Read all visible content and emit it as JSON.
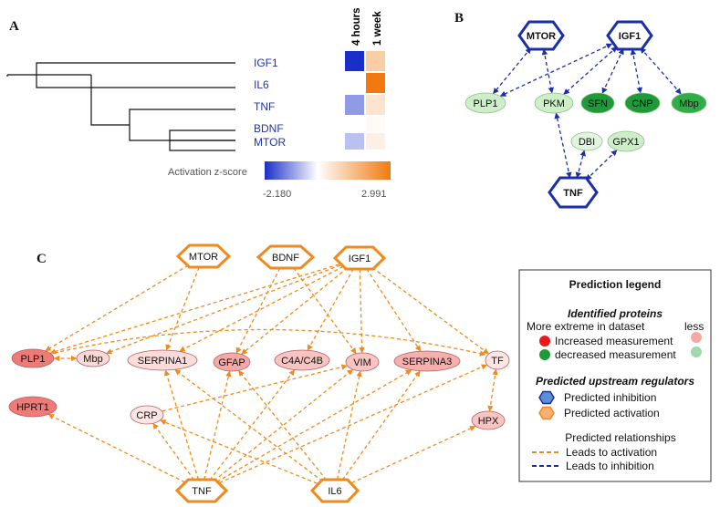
{
  "panel_labels": {
    "a": "A",
    "b": "B",
    "c": "C"
  },
  "colors": {
    "inhibition": "#1a2fa8",
    "activation": "#f08a1c",
    "increased": "#e8191c",
    "decreased": "#1e9a38",
    "increased_light": "#f7a8a6",
    "decreased_light": "#9fd9a9"
  },
  "panel_a": {
    "genes": [
      "IGF1",
      "IL6",
      "TNF",
      "BDNF",
      "MTOR"
    ],
    "columns": [
      "4 hours",
      "1 week"
    ],
    "z_scores": [
      [
        -2.18,
        1.1
      ],
      [
        0.0,
        2.991
      ],
      [
        -1.05,
        0.6
      ],
      [
        0.0,
        0.12
      ],
      [
        -0.65,
        0.35
      ]
    ],
    "scale_label": "Activation z-score",
    "scale_min": "-2.180",
    "scale_max": "2.991"
  },
  "panel_b": {
    "regulators": [
      "MTOR",
      "IGF1",
      "TNF"
    ],
    "proteins": [
      {
        "id": "PLP1",
        "label": "PLP1",
        "fill": "#cdeec8"
      },
      {
        "id": "PKM",
        "label": "PKM",
        "fill": "#cdeec8"
      },
      {
        "id": "SFN",
        "label": "SFN",
        "fill": "#1e9a38"
      },
      {
        "id": "CNP",
        "label": "CNP",
        "fill": "#1e9a38"
      },
      {
        "id": "Mbp",
        "label": "Mbp",
        "fill": "#2fae48"
      },
      {
        "id": "DBI",
        "label": "DBI",
        "fill": "#e2f4df"
      },
      {
        "id": "GPX1",
        "label": "GPX1",
        "fill": "#cdeec8"
      }
    ],
    "edges": [
      [
        "MTOR",
        "PLP1"
      ],
      [
        "MTOR",
        "PKM"
      ],
      [
        "IGF1",
        "PLP1"
      ],
      [
        "IGF1",
        "PKM"
      ],
      [
        "IGF1",
        "SFN"
      ],
      [
        "IGF1",
        "CNP"
      ],
      [
        "IGF1",
        "Mbp"
      ],
      [
        "TNF",
        "PKM"
      ],
      [
        "TNF",
        "DBI"
      ],
      [
        "TNF",
        "GPX1"
      ]
    ]
  },
  "panel_c": {
    "regulators": [
      "MTOR",
      "BDNF",
      "IGF1",
      "TNF",
      "IL6"
    ],
    "proteins": [
      {
        "id": "PLP1",
        "label": "PLP1",
        "fill": "#ee7b78"
      },
      {
        "id": "Mbp",
        "label": "Mbp",
        "fill": "#fbd9d7"
      },
      {
        "id": "SERPINA1",
        "label": "SERPINA1",
        "fill": "#fbdcda"
      },
      {
        "id": "GFAP",
        "label": "GFAP",
        "fill": "#f5a9a6"
      },
      {
        "id": "C4AC4B",
        "label": "C4A/C4B",
        "fill": "#f8c4c1"
      },
      {
        "id": "VIM",
        "label": "VIM",
        "fill": "#f8c4c1"
      },
      {
        "id": "SERPINA3",
        "label": "SERPINA3",
        "fill": "#f5b0ad"
      },
      {
        "id": "TF",
        "label": "TF",
        "fill": "#fde6e4"
      },
      {
        "id": "HPRT1",
        "label": "HPRT1",
        "fill": "#ee7b78"
      },
      {
        "id": "CRP",
        "label": "CRP",
        "fill": "#fde6e4"
      },
      {
        "id": "HPX",
        "label": "HPX",
        "fill": "#f8c4c1"
      }
    ],
    "edges": [
      [
        "IGF1",
        "PLP1"
      ],
      [
        "IGF1",
        "Mbp"
      ],
      [
        "IGF1",
        "SERPINA1"
      ],
      [
        "IGF1",
        "GFAP"
      ],
      [
        "IGF1",
        "C4AC4B"
      ],
      [
        "IGF1",
        "VIM"
      ],
      [
        "IGF1",
        "SERPINA3"
      ],
      [
        "IGF1",
        "TF"
      ],
      [
        "MTOR",
        "PLP1"
      ],
      [
        "MTOR",
        "SERPINA1"
      ],
      [
        "BDNF",
        "GFAP"
      ],
      [
        "BDNF",
        "VIM"
      ],
      [
        "TNF",
        "SERPINA1"
      ],
      [
        "TNF",
        "GFAP"
      ],
      [
        "TNF",
        "C4AC4B"
      ],
      [
        "TNF",
        "VIM"
      ],
      [
        "TNF",
        "SERPINA3"
      ],
      [
        "TNF",
        "TF"
      ],
      [
        "TNF",
        "HPRT1"
      ],
      [
        "TNF",
        "CRP"
      ],
      [
        "IL6",
        "SERPINA1"
      ],
      [
        "IL6",
        "GFAP"
      ],
      [
        "IL6",
        "VIM"
      ],
      [
        "IL6",
        "SERPINA3"
      ],
      [
        "IL6",
        "HPX"
      ],
      [
        "IL6",
        "CRP"
      ],
      [
        "PLP1",
        "Mbp"
      ],
      [
        "CRP",
        "VIM"
      ],
      [
        "TF",
        "HPX"
      ],
      [
        "PLP1",
        "TF"
      ]
    ]
  },
  "legend": {
    "title": "Prediction legend",
    "identified": "Identified proteins",
    "more_extreme": "More extreme in dataset",
    "less": "less",
    "increased": "Increased measurement",
    "decreased": "decreased measurement",
    "regulators_title": "Predicted upstream regulators",
    "pred_inhibition": "Predicted inhibition",
    "pred_activation": "Predicted activation",
    "relationships": "Predicted relationships",
    "leads_activation": "Leads to activation",
    "leads_inhibition": "Leads to inhibition"
  }
}
